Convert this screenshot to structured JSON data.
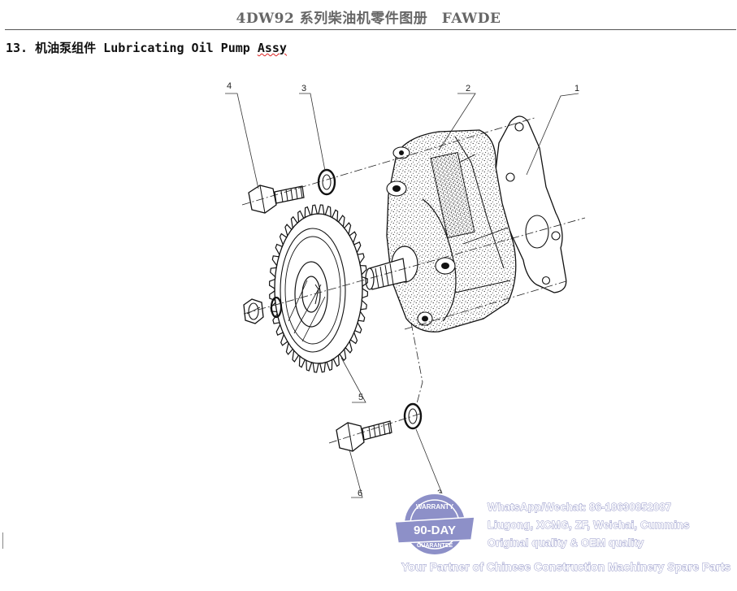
{
  "header": {
    "title": "4DW92 系列柴油机零件图册　FAWDE"
  },
  "section": {
    "number": "13.",
    "title_cn": "机油泵组件",
    "title_en_main": "Lubricating Oil Pump",
    "title_en_last": "Assy"
  },
  "callouts": {
    "c1": "1",
    "c2": "2",
    "c3a": "3",
    "c3b": "3",
    "c4": "4",
    "c5": "5",
    "c6": "6"
  },
  "badge": {
    "top": "WARRANTY",
    "center": "90-DAY",
    "bottom": "GUARANTEE"
  },
  "watermark": {
    "line1": "WhatsApp/Wechat: 86-18630852087",
    "line2": "Liugong, XCMG, ZF, Weichai, Cummins",
    "line3": "Original quality & OEM quality",
    "tagline": "Your Partner of Chinese Construction Machinery Spare Parts"
  },
  "colors": {
    "header_text": "#666666",
    "watermark_outline": "#8c8fc4",
    "badge_fill": "#8d90c8"
  }
}
